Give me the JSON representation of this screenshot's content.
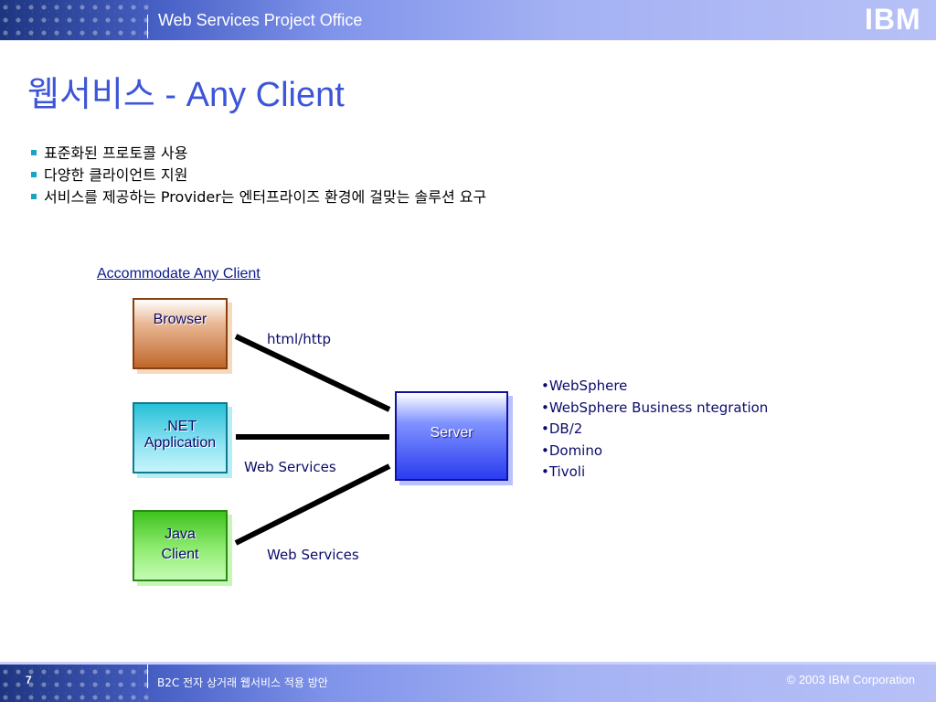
{
  "header": {
    "title": "Web Services Project Office",
    "logo": "IBM"
  },
  "page": {
    "title": "웹서비스 - Any Client"
  },
  "bullets": [
    "표준화된 프로토콜 사용",
    "다양한 클라이언트 지원",
    "서비스를 제공하는 Provider는 엔터프라이즈 환경에 걸맞는 솔루션 요구"
  ],
  "diagram": {
    "heading": "Accommodate Any Client",
    "clients": [
      {
        "label": "Browser",
        "connection": "html/http"
      },
      {
        "label_line1": ".NET",
        "label_line2": "Application",
        "connection": "Web Services"
      },
      {
        "label_line1": "Java",
        "label_line2": "Client",
        "connection": "Web Services"
      }
    ],
    "server": {
      "label": "Server",
      "products": [
        "•WebSphere",
        "•WebSphere Business ntegration",
        "•DB/2",
        "•Domino",
        "•Tivoli"
      ]
    }
  },
  "footer": {
    "page_number": "7",
    "subject": "B2C 전자 상거래 웹서비스 적용 방안",
    "copyright": "© 2003 IBM Corporation"
  },
  "colors": {
    "title_blue": "#3d55d8",
    "bullet_square": "#19a3c6",
    "browser_box": "#c0672b",
    "dotnet_box": "#27c1d8",
    "java_box": "#3fc31f",
    "server_box": "#2a3cf0"
  }
}
